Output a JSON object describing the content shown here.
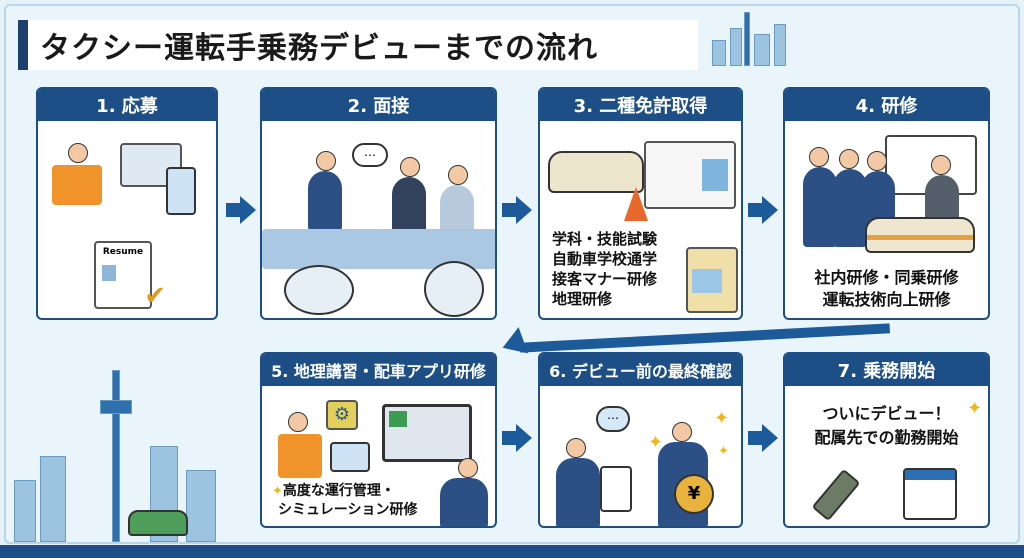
{
  "title": "タクシー運転手乗務デビューまでの流れ",
  "steps": [
    {
      "header": "1. 応募",
      "illustration_label": "Resume"
    },
    {
      "header": "2. 面接"
    },
    {
      "header": "3. 二種免許取得",
      "lines": [
        "学科・技能試験",
        "自動車学校通学",
        "接客マナー研修",
        "地理研修"
      ]
    },
    {
      "header": "4. 研修",
      "lines": [
        "社内研修・同乗研修",
        "運転技術向上研修"
      ]
    },
    {
      "header": "5. 地理講習・配車アプリ研修",
      "lines": [
        "高度な運行管理・",
        "シミュレーション研修"
      ]
    },
    {
      "header": "6. デビュー前の最終確認",
      "illustration_label": "¥"
    },
    {
      "header": "7. 乗務開始",
      "lines": [
        "ついにデビュー！",
        "配属先での勤務開始"
      ]
    }
  ],
  "colors": {
    "primary": "#1d4f86",
    "background": "#eaf5fb",
    "accent": "#f2b519"
  }
}
